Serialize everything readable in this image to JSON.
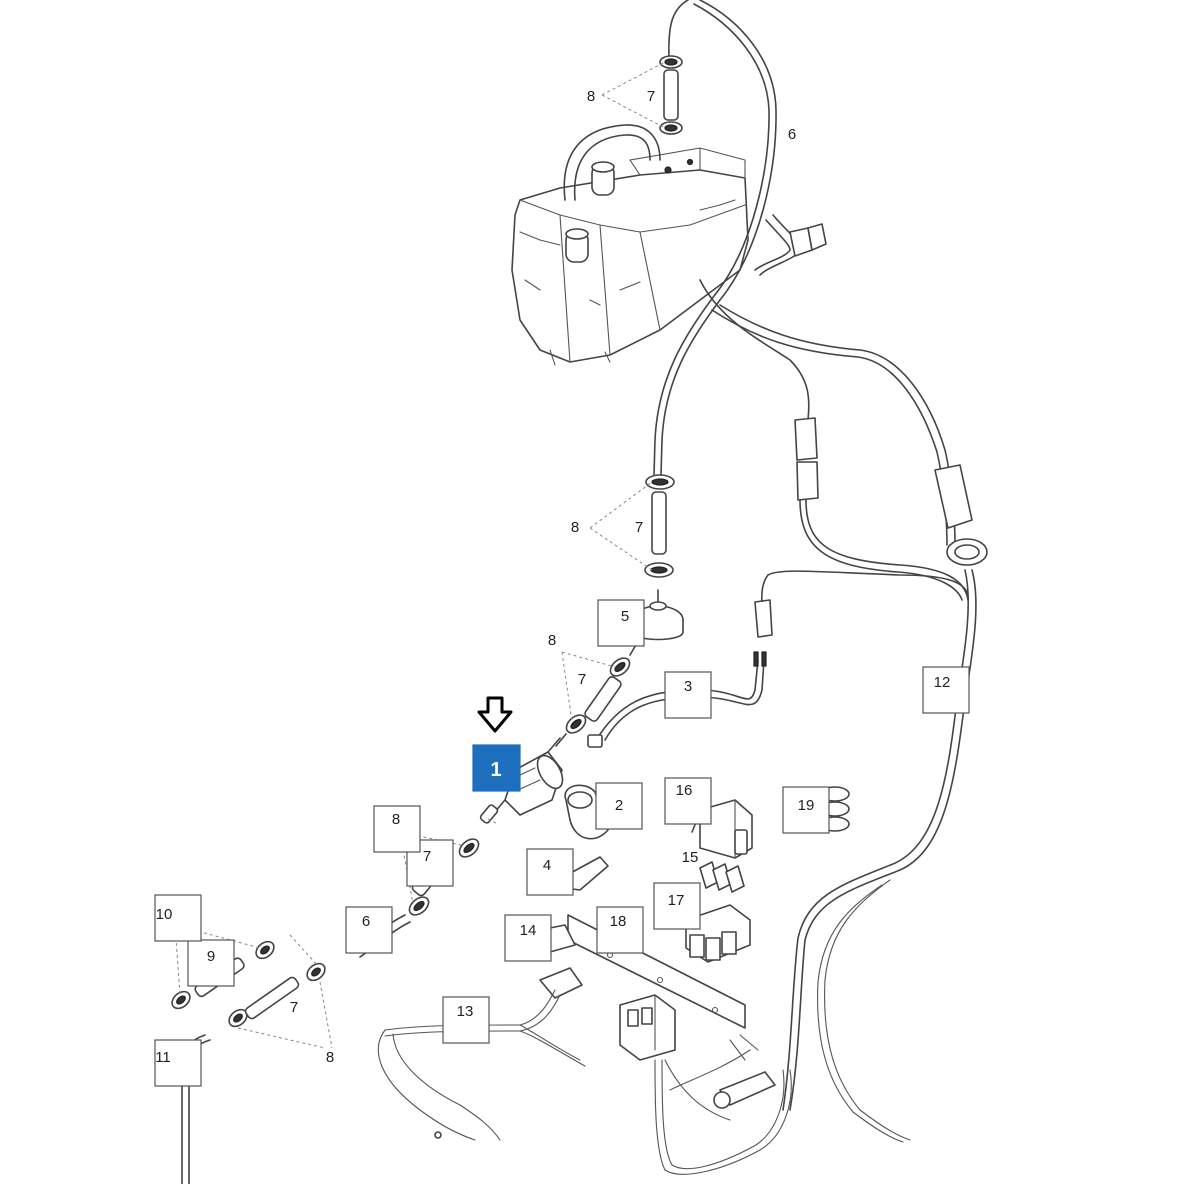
{
  "selected_part": "1",
  "callouts": [
    {
      "id": "c1",
      "label": "1",
      "highlighted": true
    },
    {
      "id": "c2",
      "label": "2"
    },
    {
      "id": "c3",
      "label": "3"
    },
    {
      "id": "c4",
      "label": "4"
    },
    {
      "id": "c5",
      "label": "5"
    },
    {
      "id": "c6a",
      "label": "6"
    },
    {
      "id": "c6b",
      "label": "6"
    },
    {
      "id": "c7a",
      "label": "7"
    },
    {
      "id": "c7b",
      "label": "7"
    },
    {
      "id": "c7c",
      "label": "7"
    },
    {
      "id": "c7d",
      "label": "7"
    },
    {
      "id": "c7e",
      "label": "7"
    },
    {
      "id": "c8a",
      "label": "8"
    },
    {
      "id": "c8b",
      "label": "8"
    },
    {
      "id": "c8c",
      "label": "8"
    },
    {
      "id": "c8d",
      "label": "8"
    },
    {
      "id": "c8e",
      "label": "8"
    },
    {
      "id": "c9",
      "label": "9"
    },
    {
      "id": "c10",
      "label": "10"
    },
    {
      "id": "c11",
      "label": "11"
    },
    {
      "id": "c12",
      "label": "12"
    },
    {
      "id": "c13",
      "label": "13"
    },
    {
      "id": "c14",
      "label": "14"
    },
    {
      "id": "c15",
      "label": "15"
    },
    {
      "id": "c16",
      "label": "16"
    },
    {
      "id": "c17",
      "label": "17"
    },
    {
      "id": "c18",
      "label": "18"
    },
    {
      "id": "c19",
      "label": "19"
    }
  ],
  "colors": {
    "highlight": "#1f6fbf",
    "line": "#444444",
    "background": "#ffffff"
  },
  "icons": {
    "selection_marker": "down-arrow-icon"
  }
}
